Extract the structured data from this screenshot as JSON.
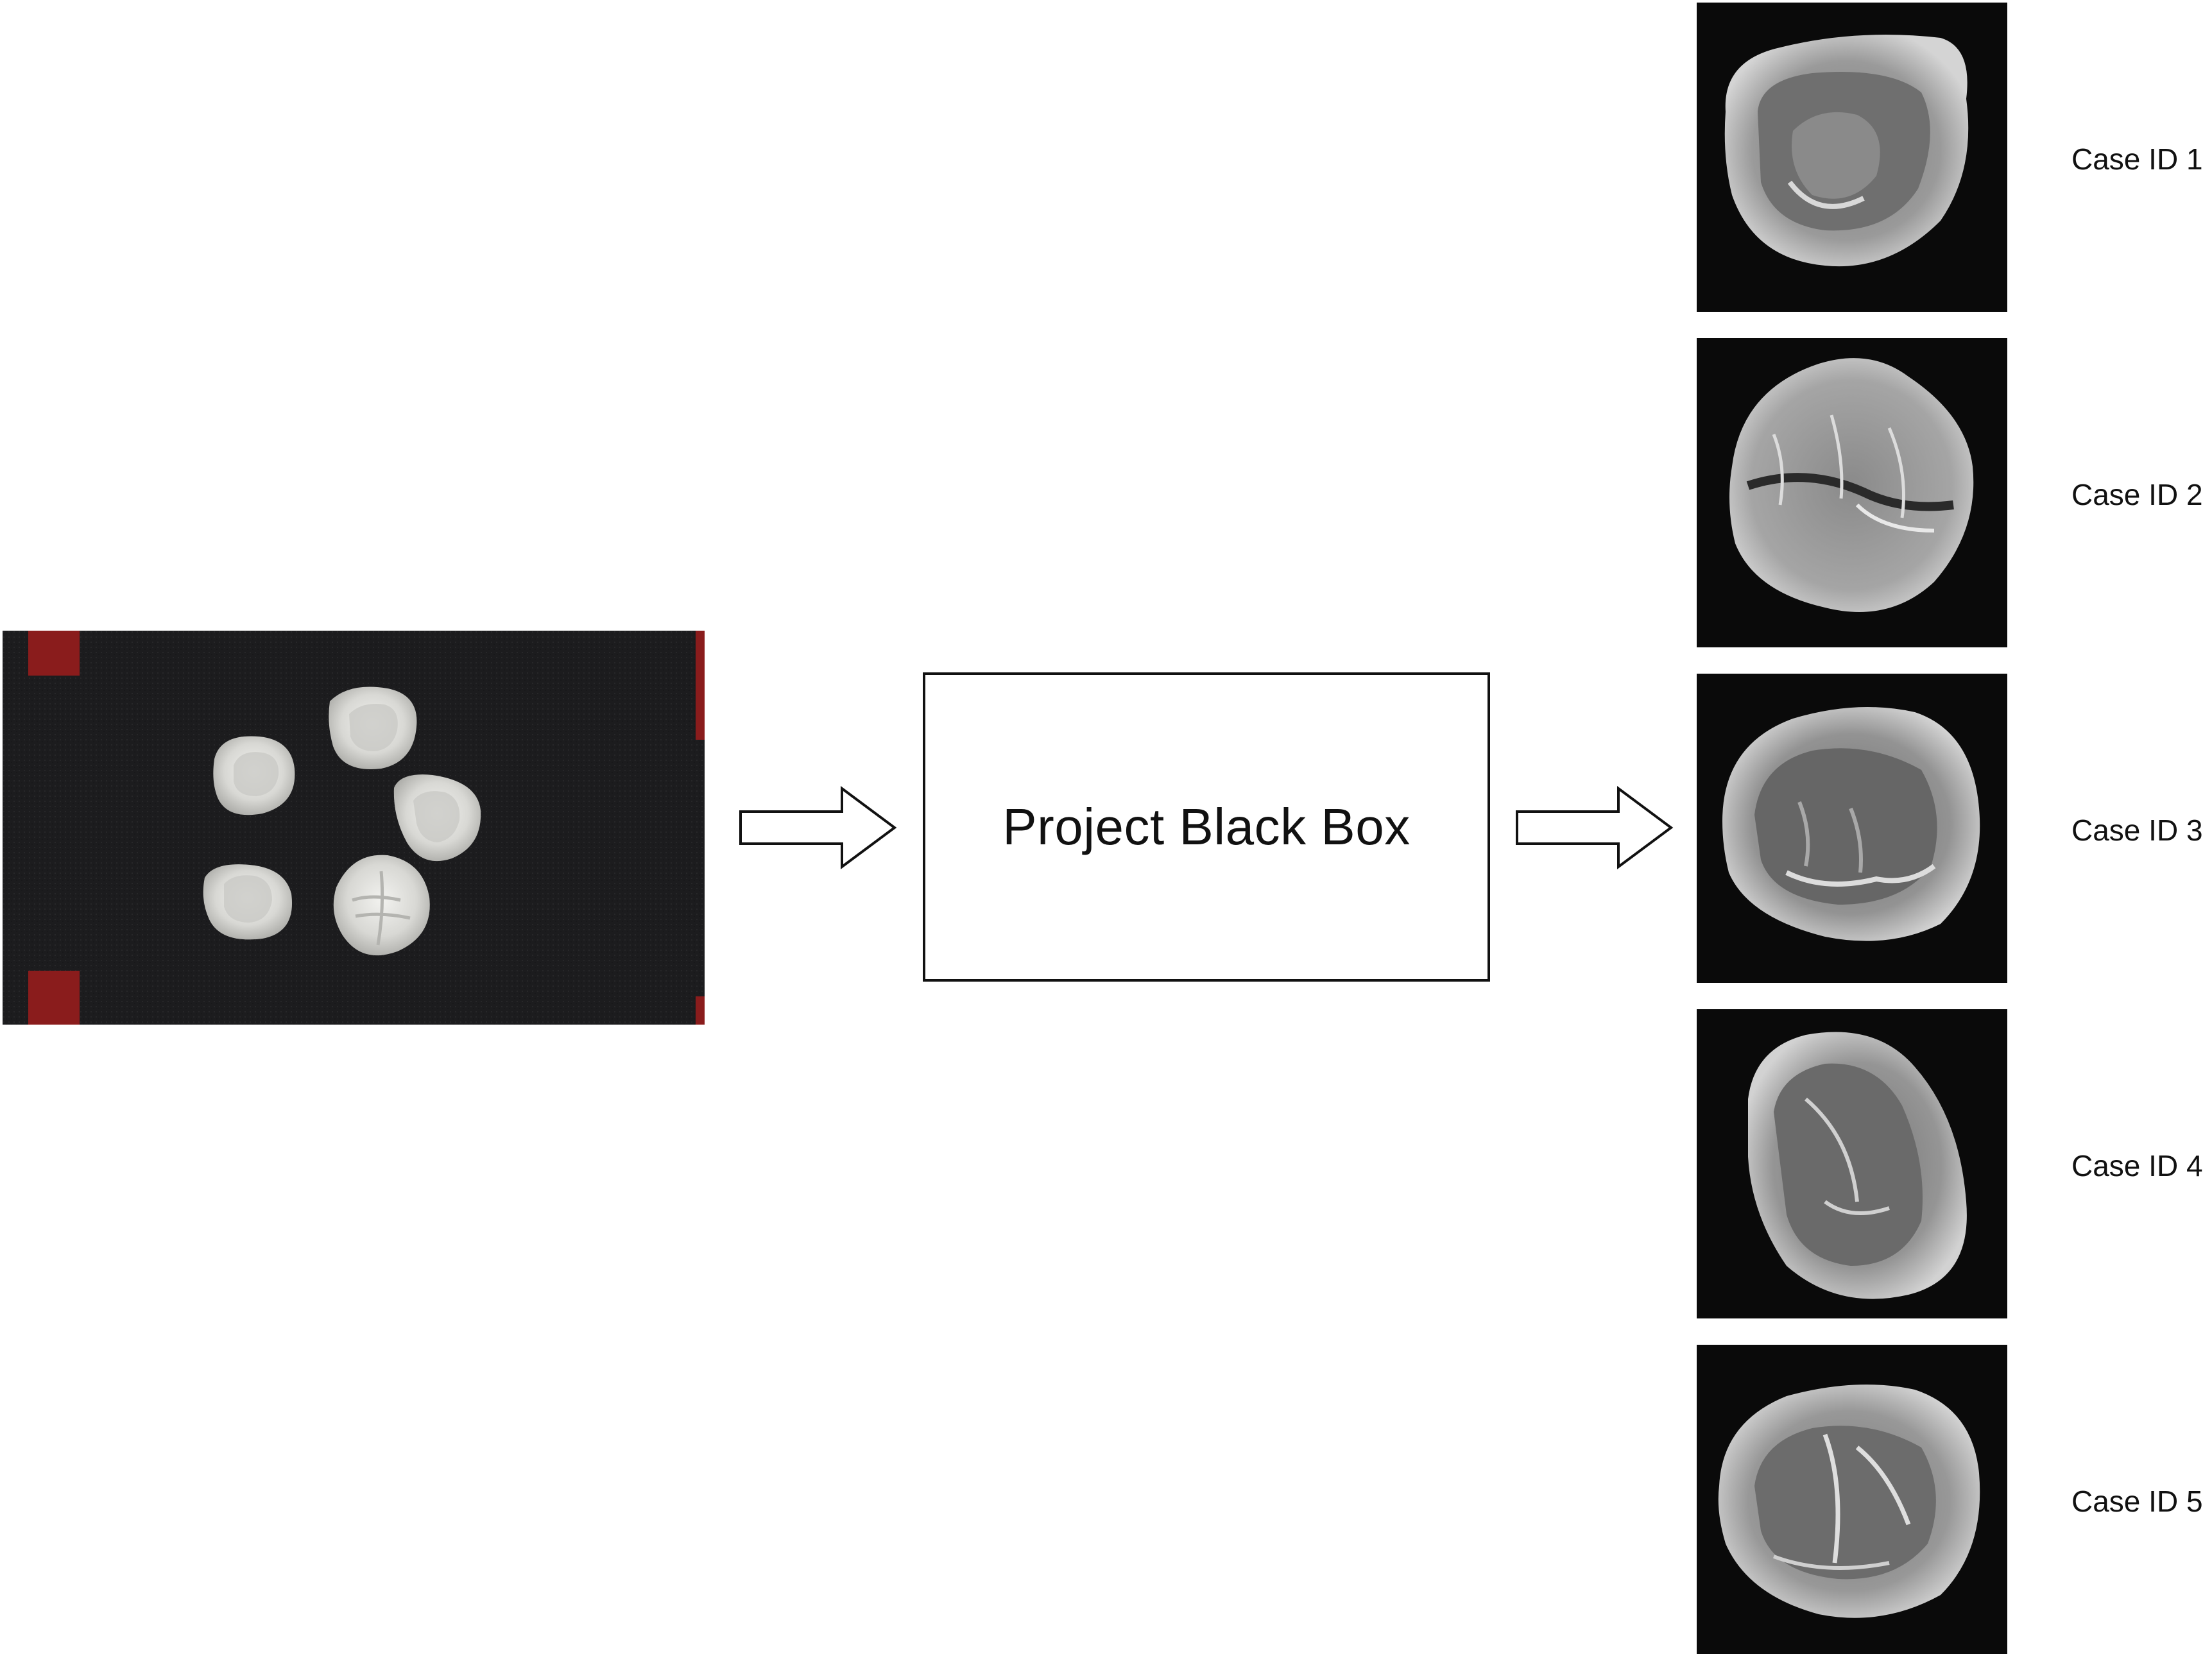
{
  "process_box": {
    "label": "Project Black Box"
  },
  "cases": [
    {
      "label": "Case ID 1"
    },
    {
      "label": "Case ID 2"
    },
    {
      "label": "Case ID 3"
    },
    {
      "label": "Case ID 4"
    },
    {
      "label": "Case ID 5"
    }
  ],
  "icons": {
    "arrow": "right-arrow-icon"
  },
  "colors": {
    "photo_background": "#1c1c1e",
    "tape_marker": "#8a1c1c",
    "tile_background": "#0a0a0a",
    "crown": "#d9d9d6",
    "outline": "#111111"
  }
}
